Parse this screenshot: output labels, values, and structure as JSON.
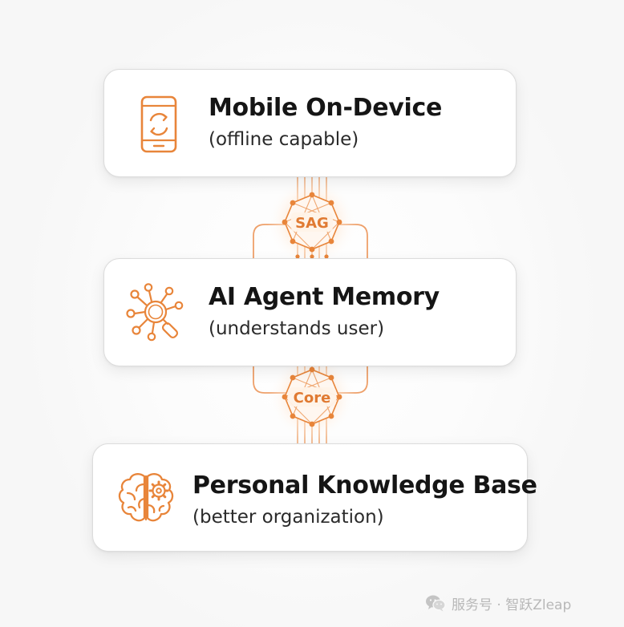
{
  "cards": [
    {
      "title": "Mobile On-Device",
      "subtitle": "(offline capable)",
      "icon": "smartphone-sync-icon"
    },
    {
      "title": "AI Agent Memory",
      "subtitle": "(understands user)",
      "icon": "network-search-icon"
    },
    {
      "title": "Personal Knowledge Base",
      "subtitle": "(better organization)",
      "icon": "brain-gear-icon"
    }
  ],
  "connectors": [
    {
      "label": "SAG"
    },
    {
      "label": "Core"
    }
  ],
  "watermark": {
    "text": "服务号 · 智跃Zleap",
    "icon": "wechat-logo-icon"
  },
  "colors": {
    "accent": "#e8853a",
    "accent_light": "#f3b07e",
    "card_border": "#dcdcdc",
    "text": "#151515"
  }
}
